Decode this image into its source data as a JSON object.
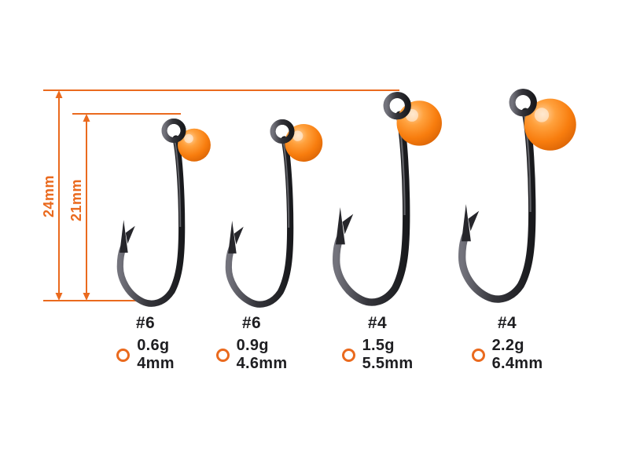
{
  "colors": {
    "accent_orange": "#ea6a1e",
    "ball_orange": "#f87d0e",
    "hook_metal": "#2f2f34",
    "text_dark": "#1e1e21",
    "background": "#ffffff"
  },
  "measurements": [
    {
      "label": "24mm"
    },
    {
      "label": "21mm"
    }
  ],
  "products": [
    {
      "hook_size": "#6",
      "weight": "0.6g",
      "head_diameter": "4mm"
    },
    {
      "hook_size": "#6",
      "weight": "0.9g",
      "head_diameter": "4.6mm"
    },
    {
      "hook_size": "#4",
      "weight": "1.5g",
      "head_diameter": "5.5mm"
    },
    {
      "hook_size": "#4",
      "weight": "2.2g",
      "head_diameter": "6.4mm"
    }
  ]
}
